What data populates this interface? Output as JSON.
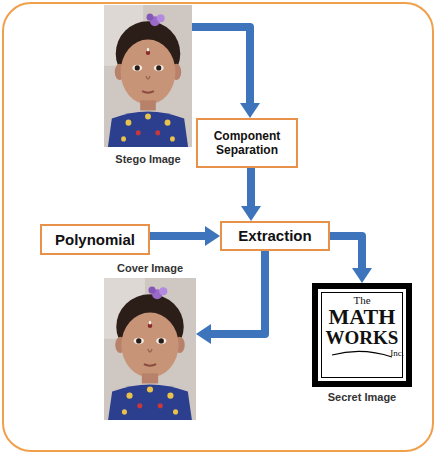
{
  "diagram": {
    "nodes": [
      {
        "text": [
          "Stego Image"
        ]
      },
      {
        "text": [
          "Component Separation"
        ]
      },
      {
        "text": [
          "Polynomial"
        ]
      },
      {
        "text": [
          "Extraction"
        ]
      },
      {
        "text": [
          "Cover Image"
        ]
      },
      {
        "text": [
          "The",
          "MATH",
          "WORKS",
          "Inc.",
          "Secret Image"
        ]
      }
    ],
    "edges": [
      {
        "from": 0,
        "to": 1,
        "arrow": "to"
      },
      {
        "from": 1,
        "to": 3,
        "arrow": "to"
      },
      {
        "from": 2,
        "to": 3,
        "arrow": "to"
      },
      {
        "from": 3,
        "to": 4,
        "arrow": "to"
      },
      {
        "from": 3,
        "to": 5,
        "arrow": "to"
      }
    ]
  }
}
